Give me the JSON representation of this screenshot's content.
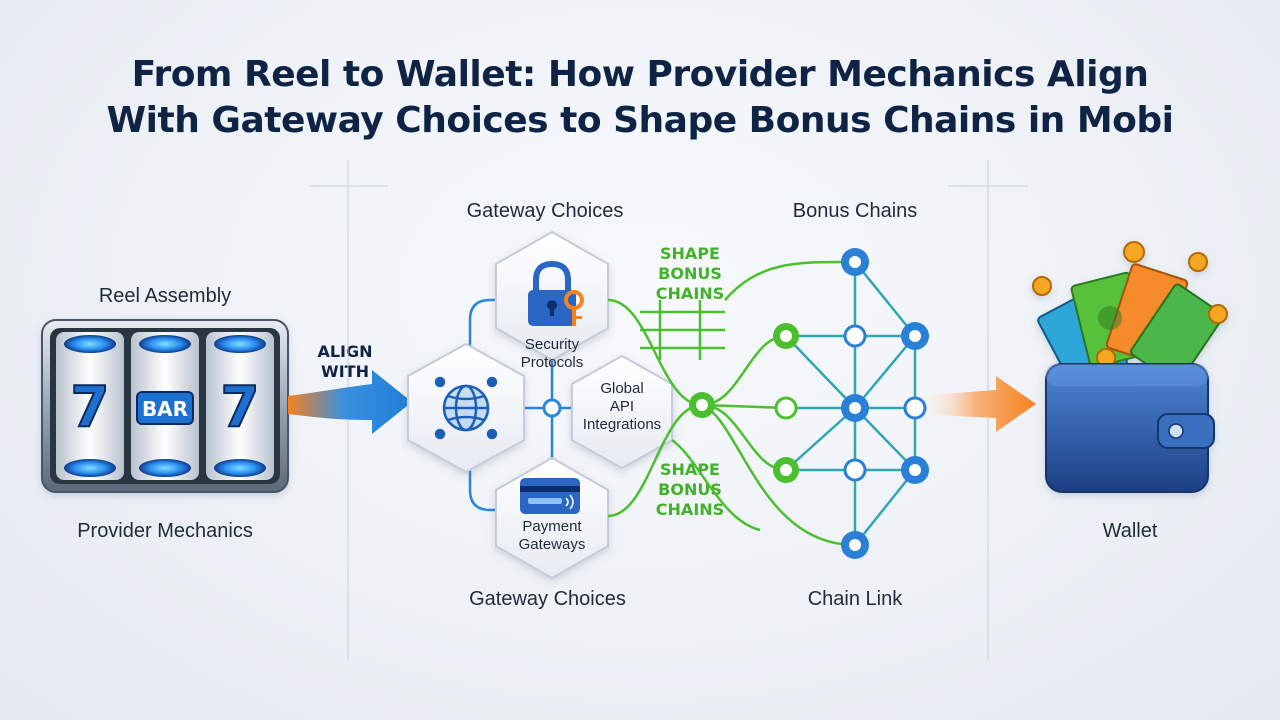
{
  "title": {
    "line1": "From Reel to Wallet: How Provider Mechanics Align",
    "line2": "With Gateway Choices to Shape Bonus Chains in Mobi"
  },
  "labels": {
    "reel_assembly": "Reel Assembly",
    "provider_mechanics": "Provider Mechanics",
    "align_line1": "ALIGN",
    "align_line2": "WITH",
    "gateway_choices_top": "Gateway Choices",
    "gateway_choices_bottom": "Gateway Choices",
    "bonus_chains": "Bonus Chains",
    "chain_link": "Chain Link",
    "wallet": "Wallet",
    "shape_top": [
      "SHAPE",
      "BONUS",
      "CHAINS"
    ],
    "shape_bottom": [
      "SHAPE",
      "BONUS",
      "CHAINS"
    ]
  },
  "reels": {
    "symbols": [
      "7",
      "BAR",
      "7"
    ]
  },
  "gateway_nodes": [
    {
      "id": "security",
      "lines": [
        "Security",
        "Protocols"
      ],
      "icon": "lock-icon"
    },
    {
      "id": "global",
      "lines": [
        "",
        ""
      ],
      "icon": "globe-icon"
    },
    {
      "id": "api",
      "lines": [
        "Global",
        "API",
        "Integrations"
      ],
      "icon": ""
    },
    {
      "id": "payment",
      "lines": [
        "Payment",
        "Gateways"
      ],
      "icon": "credit-card-icon"
    }
  ],
  "colors": {
    "title": "#0f2444",
    "accent_blue": "#1f7fd6",
    "accent_green": "#43b12b",
    "accent_orange": "#f5821f",
    "wallet_blue": "#2c5aa8"
  }
}
